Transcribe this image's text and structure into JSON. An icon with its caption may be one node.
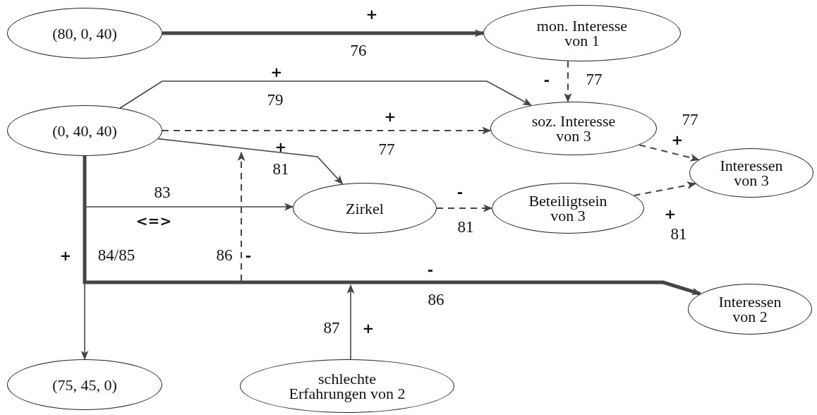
{
  "diagram": {
    "nodes": [
      {
        "text": [
          "(80, 0, 40)"
        ]
      },
      {
        "text": [
          "mon. Interesse von 1"
        ]
      },
      {
        "text": [
          "(0, 40, 40)"
        ]
      },
      {
        "text": [
          "soz. Interesse von 3"
        ]
      },
      {
        "text": [
          "Interessen von 3"
        ]
      },
      {
        "text": [
          "Zirkel"
        ]
      },
      {
        "text": [
          "Beteiligtsein von 3"
        ]
      },
      {
        "text": [
          "Interessen von 2"
        ]
      },
      {
        "text": [
          "(75, 45, 0)"
        ]
      },
      {
        "text": [
          "schlechte Erfahrungen von 2"
        ]
      }
    ],
    "edges": [
      {
        "from": 0,
        "to": 1,
        "arrow": "to",
        "label": "76",
        "style": "thick"
      },
      {
        "from": 1,
        "to": 3,
        "arrow": "to",
        "label": "77",
        "style": "dashed"
      },
      {
        "from": 2,
        "to": 3,
        "arrow": "to",
        "label": "79"
      },
      {
        "from": 2,
        "to": 3,
        "arrow": "to",
        "label": "77",
        "style": "dashed"
      },
      {
        "from": 2,
        "to": 5,
        "arrow": "to",
        "label": "81"
      },
      {
        "from": 2,
        "to": 5,
        "arrow": "to",
        "label": "83"
      },
      {
        "from": 2,
        "to": 8,
        "arrow": "to",
        "label": "84/85"
      },
      {
        "from": 2,
        "to": 7,
        "arrow": "to",
        "label": "86",
        "style": "thick"
      },
      {
        "from": 9,
        "to": null,
        "arrow": "to",
        "label": "87"
      },
      {
        "from": 5,
        "to": 6,
        "arrow": "to",
        "label": "81",
        "style": "dashed"
      },
      {
        "from": 6,
        "to": 4,
        "arrow": "to",
        "label": "81",
        "style": "dashed"
      },
      {
        "from": 3,
        "to": 4,
        "arrow": "to",
        "label": "77",
        "style": "dashed"
      }
    ],
    "labels": [
      "+",
      "-",
      "+",
      "+",
      "+",
      "+",
      "<=>",
      "-",
      "+",
      "+",
      "86",
      "-",
      "-",
      "+"
    ]
  }
}
